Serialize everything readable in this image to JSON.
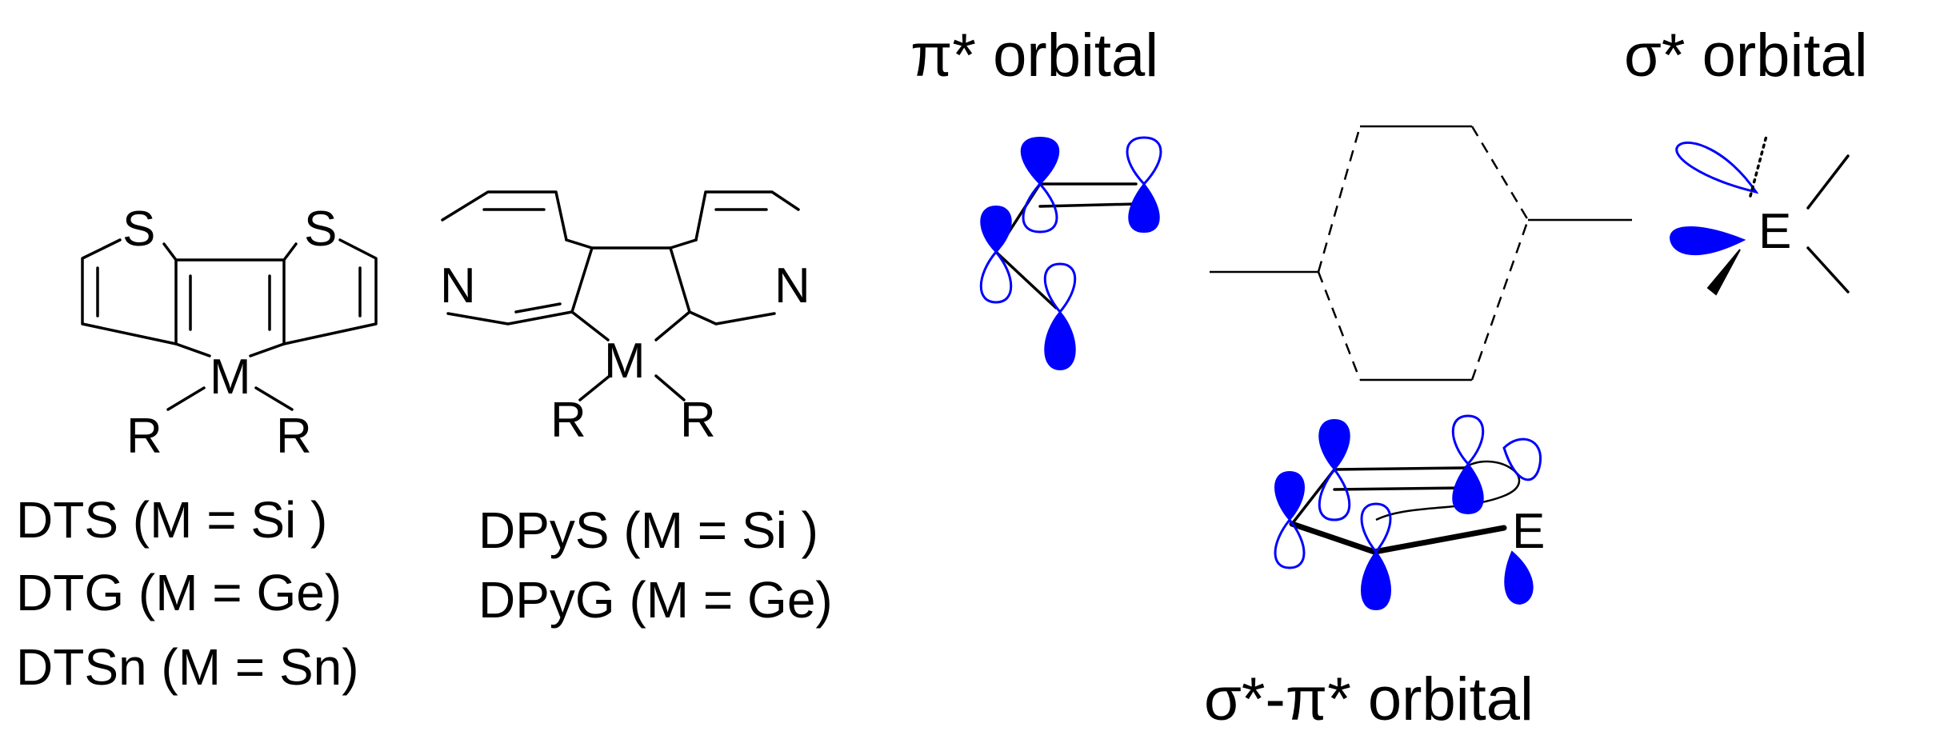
{
  "structures": {
    "dts": {
      "atoms": {
        "s1": "S",
        "s2": "S",
        "m": "M",
        "r1": "R",
        "r2": "R"
      },
      "labels": [
        "DTS (M = Si )",
        "DTG (M = Ge)",
        "DTSn (M = Sn)"
      ]
    },
    "dpy": {
      "atoms": {
        "n1": "N",
        "n2": "N",
        "m": "M",
        "r1": "R",
        "r2": "R"
      },
      "labels": [
        "DPyS (M = Si )",
        "DPyG (M = Ge)"
      ]
    }
  },
  "orbitals": {
    "pi_title": "π* orbital",
    "sigma_title": "σ* orbital",
    "mixed_title": "σ*-π* orbital",
    "sigma_atom": "E",
    "mixed_atom": "E"
  },
  "colors": {
    "lobe": "#0000ff",
    "line": "#000000"
  }
}
